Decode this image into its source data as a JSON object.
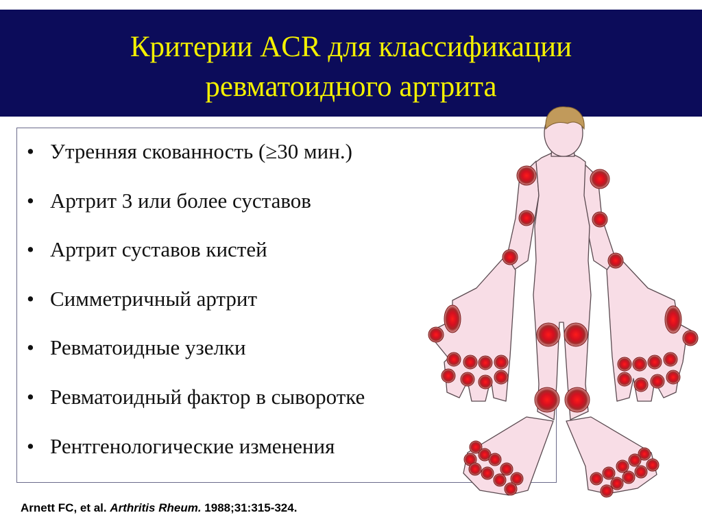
{
  "slide": {
    "title_line1": "Критерии ACR для классификации",
    "title_line2": "ревматоидного артрита",
    "bullet_symbol": "•",
    "bullets": [
      "Утренняя скованность (≥30 мин.)",
      "Артрит 3 или более суставов",
      "Артрит суставов кистей",
      "Симметричный артрит",
      "Ревматоидные узелки",
      "Ревматоидный фактор в сыворотке",
      "Рентгенологические изменения"
    ],
    "citation": {
      "authors": "Arnett FC, et al.",
      "journal": "Arthritis Rheum.",
      "details": "1988;31:315-324."
    }
  },
  "figure": {
    "name": "human-body-joints-illustration",
    "skin_color": "#f8dde6",
    "hair_color": "#c19a5b",
    "joint_color": "#d41020",
    "joint_ring_color": "#8a1a1a"
  },
  "colors": {
    "title_bg": "#0c0c5a",
    "title_text": "#f3f000",
    "body_text": "#111111"
  }
}
